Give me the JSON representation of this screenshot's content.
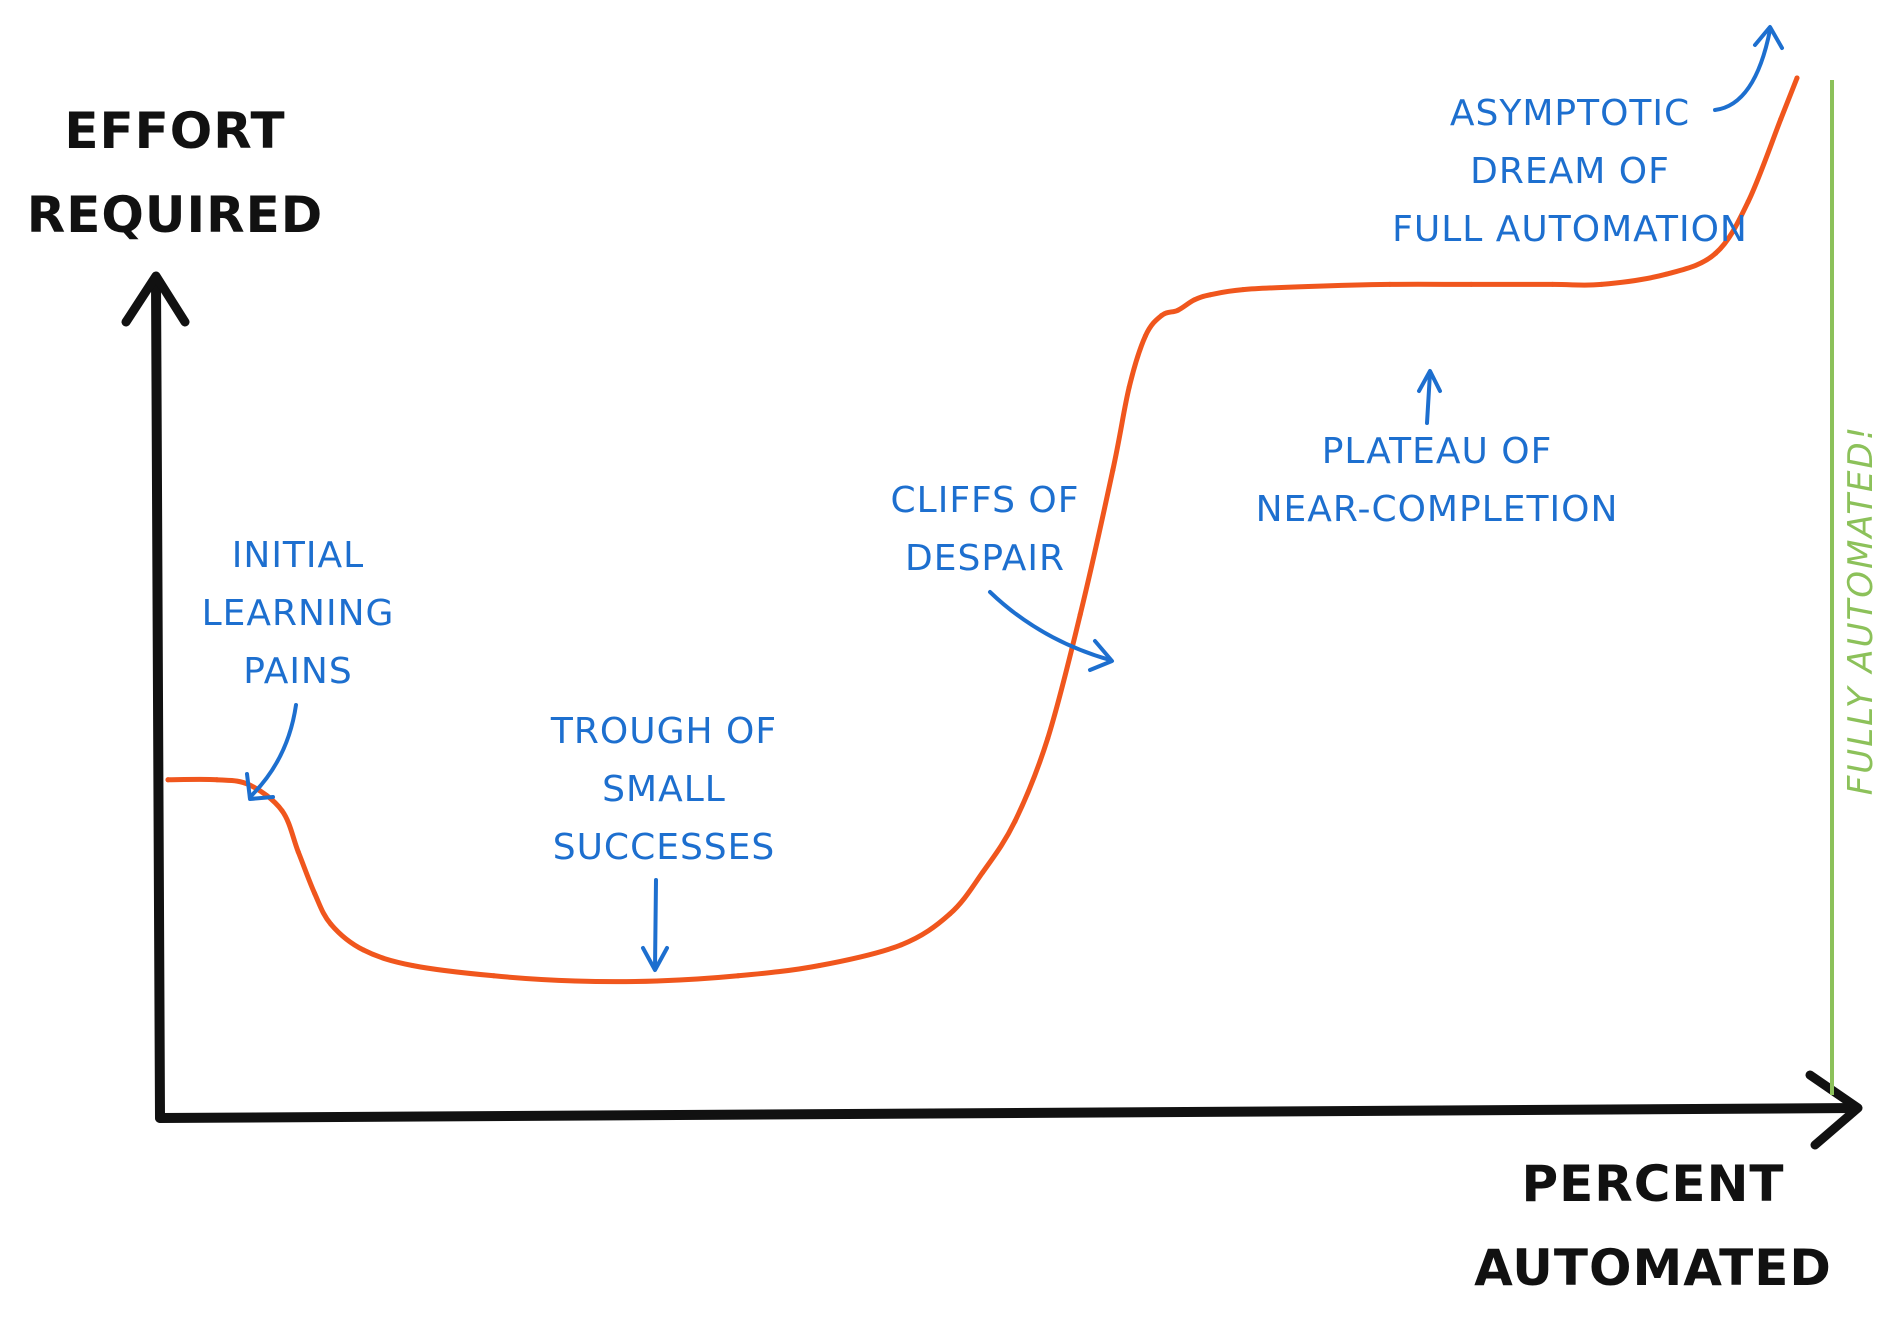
{
  "colors": {
    "axis": "#111111",
    "curve": "#f0561d",
    "annotation": "#1d6fcf",
    "full_automation_line": "#8cc15a"
  },
  "chart_data": {
    "type": "line",
    "xlabel": [
      "PERCENT",
      "AUTOMATED"
    ],
    "ylabel": [
      "EFFORT",
      "REQUIRED"
    ],
    "xlim": [
      0,
      100
    ],
    "ylim": [
      0,
      100
    ],
    "grid": false,
    "legend": "none",
    "series": [
      {
        "x": [
          0,
          3,
          5,
          7,
          8,
          9,
          10,
          12,
          15,
          20,
          25,
          30,
          35,
          40,
          45,
          48,
          50,
          52,
          54,
          56,
          58,
          59,
          60,
          61,
          62,
          63,
          64,
          66,
          70,
          75,
          80,
          85,
          88,
          92,
          95,
          97,
          99,
          100
        ],
        "y": [
          32,
          32,
          31.5,
          29,
          25,
          21,
          18,
          15.5,
          14,
          13,
          12.5,
          12.5,
          13,
          14,
          16,
          19,
          23,
          28,
          36,
          48,
          62,
          70,
          75,
          77,
          77.5,
          78.5,
          79,
          79.5,
          79.8,
          80,
          80,
          80,
          80,
          81,
          83,
          88,
          96,
          100
        ]
      }
    ],
    "reference_line": {
      "x": 100,
      "label": "FULLY AUTOMATED!"
    },
    "annotations": [
      {
        "lines": [
          "INITIAL",
          "LEARNING",
          "PAINS"
        ],
        "points_to": [
          5.5,
          31
        ]
      },
      {
        "lines": [
          "TROUGH OF",
          "SMALL",
          "SUCCESSES"
        ],
        "points_to": [
          29,
          13
        ]
      },
      {
        "lines": [
          "CLIFFS OF",
          "DESPAIR"
        ],
        "points_to": [
          56.5,
          52
        ]
      },
      {
        "lines": [
          "PLATEAU OF",
          "NEAR-COMPLETION"
        ],
        "points_to": [
          75,
          80.5
        ]
      },
      {
        "lines": [
          "ASYMPTOTIC",
          "DREAM OF",
          "FULL AUTOMATION"
        ],
        "points_to": [
          98.5,
          112
        ]
      }
    ]
  }
}
